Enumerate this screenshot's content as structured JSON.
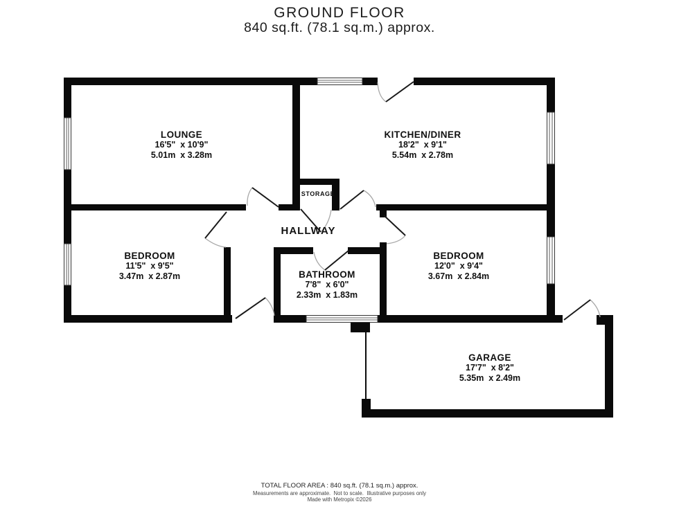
{
  "title": {
    "line1": "GROUND FLOOR",
    "line2": "840 sq.ft. (78.1 sq.m.) approx."
  },
  "rooms": {
    "lounge": {
      "name": "LOUNGE",
      "imperial": "16'5\"  x 10'9\"",
      "metric": "5.01m  x 3.28m"
    },
    "kitchen": {
      "name": "KITCHEN/DINER",
      "imperial": "18'2\"  x 9'1\"",
      "metric": "5.54m  x 2.78m"
    },
    "bedroom_left": {
      "name": "BEDROOM",
      "imperial": "11'5\"  x 9'5\"",
      "metric": "3.47m  x 2.87m"
    },
    "bathroom": {
      "name": "BATHROOM",
      "imperial": "7'8\"  x 6'0\"",
      "metric": "2.33m  x 1.83m"
    },
    "bedroom_right": {
      "name": "BEDROOM",
      "imperial": "12'0\"  x 9'4\"",
      "metric": "3.67m  x 2.84m"
    },
    "garage": {
      "name": "GARAGE",
      "imperial": "17'7\"  x 8'2\"",
      "metric": "5.35m  x 2.49m"
    },
    "storage": {
      "name": "STORAGE"
    },
    "hallway": {
      "name": "HALLWAY"
    }
  },
  "footer": {
    "line1": "TOTAL FLOOR AREA : 840 sq.ft. (78.1 sq.m.) approx.",
    "line2": "Measurements are approximate.  Not to scale.  Illustrative purposes only",
    "line3": "Made with Metropix ©2026"
  },
  "colors": {
    "wall": "#0a0a0a",
    "door_arc": "#a8a8a8",
    "door_leaf": "#1a1a1a",
    "text": "#111111"
  }
}
